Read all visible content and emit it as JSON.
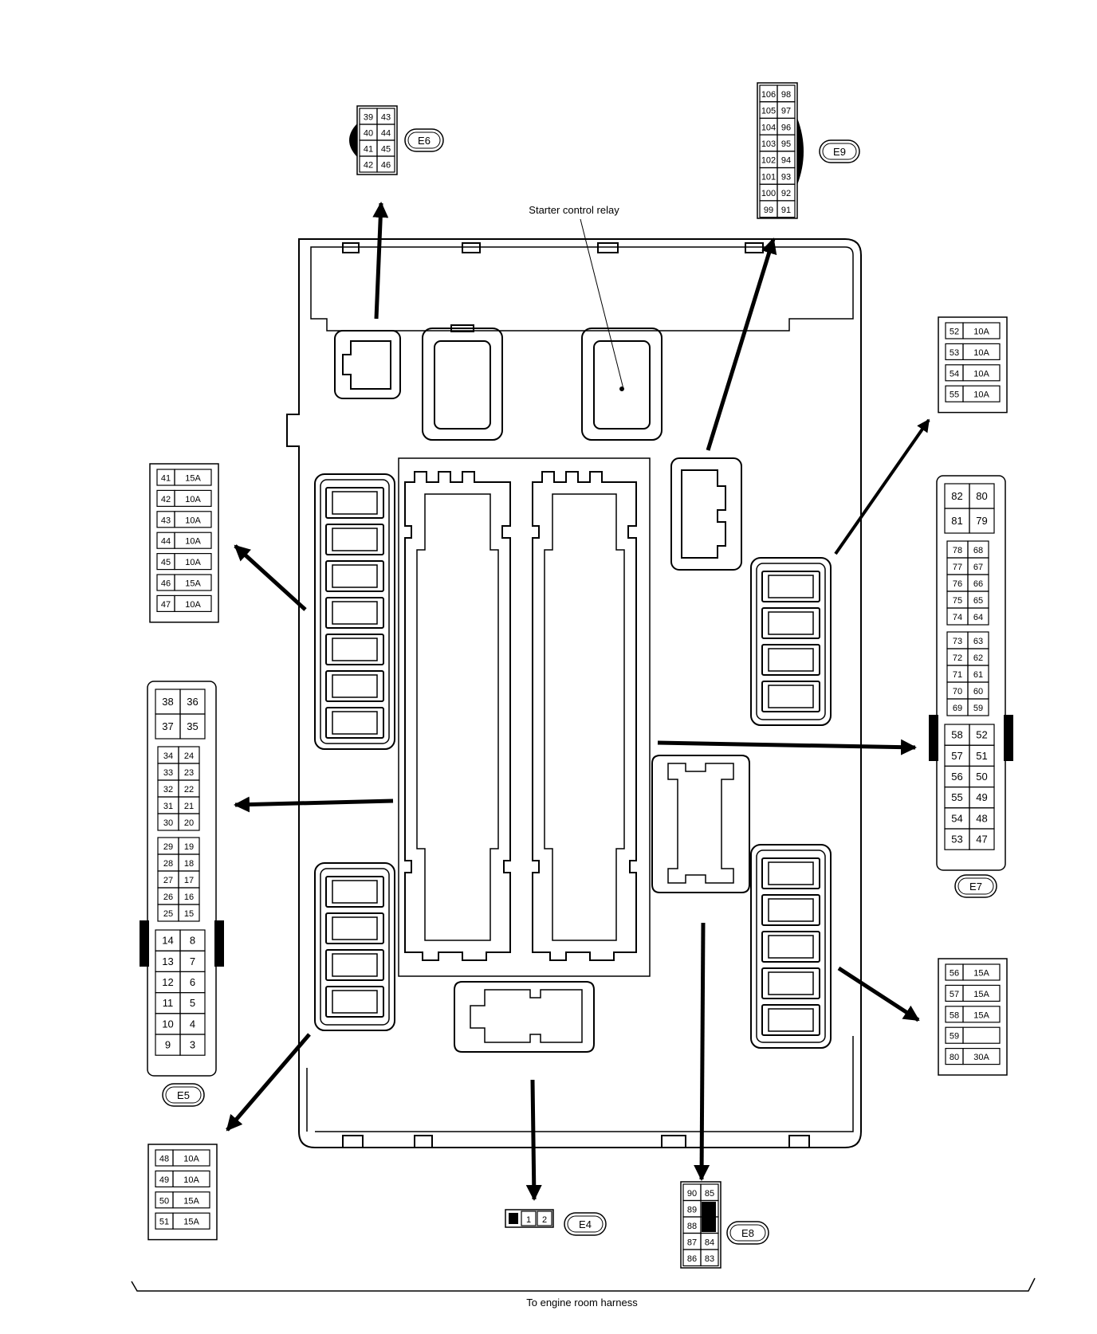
{
  "labels": {
    "starter_relay": "Starter control relay",
    "harness": "To engine room harness"
  },
  "connectors": {
    "E4": {
      "id": "E4",
      "cells": [
        "1",
        "2"
      ]
    },
    "E5": {
      "id": "E5",
      "top": [
        [
          "38",
          "36"
        ],
        [
          "37",
          "35"
        ]
      ],
      "groupA": [
        [
          "34",
          "24"
        ],
        [
          "33",
          "23"
        ],
        [
          "32",
          "22"
        ],
        [
          "31",
          "21"
        ],
        [
          "30",
          "20"
        ]
      ],
      "groupB": [
        [
          "29",
          "19"
        ],
        [
          "28",
          "18"
        ],
        [
          "27",
          "17"
        ],
        [
          "26",
          "16"
        ],
        [
          "25",
          "15"
        ]
      ],
      "groupC": [
        [
          "14",
          "8"
        ],
        [
          "13",
          "7"
        ],
        [
          "12",
          "6"
        ],
        [
          "11",
          "5"
        ],
        [
          "10",
          "4"
        ],
        [
          "9",
          "3"
        ]
      ]
    },
    "E6": {
      "id": "E6",
      "rows": [
        [
          "39",
          "43"
        ],
        [
          "40",
          "44"
        ],
        [
          "41",
          "45"
        ],
        [
          "42",
          "46"
        ]
      ]
    },
    "E7": {
      "id": "E7",
      "top": [
        [
          "82",
          "80"
        ],
        [
          "81",
          "79"
        ]
      ],
      "groupA": [
        [
          "78",
          "68"
        ],
        [
          "77",
          "67"
        ],
        [
          "76",
          "66"
        ],
        [
          "75",
          "65"
        ],
        [
          "74",
          "64"
        ]
      ],
      "groupB": [
        [
          "73",
          "63"
        ],
        [
          "72",
          "62"
        ],
        [
          "71",
          "61"
        ],
        [
          "70",
          "60"
        ],
        [
          "69",
          "59"
        ]
      ],
      "groupC": [
        [
          "58",
          "52"
        ],
        [
          "57",
          "51"
        ],
        [
          "56",
          "50"
        ],
        [
          "55",
          "49"
        ],
        [
          "54",
          "48"
        ],
        [
          "53",
          "47"
        ]
      ]
    },
    "E8": {
      "id": "E8",
      "rows": [
        [
          "90",
          "85"
        ],
        [
          "89",
          ""
        ],
        [
          "88",
          ""
        ],
        [
          "87",
          "84"
        ],
        [
          "86",
          "83"
        ]
      ]
    },
    "E9": {
      "id": "E9",
      "rows": [
        [
          "106",
          "98"
        ],
        [
          "105",
          "97"
        ],
        [
          "104",
          "96"
        ],
        [
          "103",
          "95"
        ],
        [
          "102",
          "94"
        ],
        [
          "101",
          "93"
        ],
        [
          "100",
          "92"
        ],
        [
          "99",
          "91"
        ]
      ]
    }
  },
  "fuse_tables": {
    "left_upper": [
      [
        "41",
        "15A"
      ],
      [
        "42",
        "10A"
      ],
      [
        "43",
        "10A"
      ],
      [
        "44",
        "10A"
      ],
      [
        "45",
        "10A"
      ],
      [
        "46",
        "15A"
      ],
      [
        "47",
        "10A"
      ]
    ],
    "left_lower": [
      [
        "48",
        "10A"
      ],
      [
        "49",
        "10A"
      ],
      [
        "50",
        "15A"
      ],
      [
        "51",
        "15A"
      ]
    ],
    "right_upper": [
      [
        "52",
        "10A"
      ],
      [
        "53",
        "10A"
      ],
      [
        "54",
        "10A"
      ],
      [
        "55",
        "10A"
      ]
    ],
    "right_lower": [
      [
        "56",
        "15A"
      ],
      [
        "57",
        "15A"
      ],
      [
        "58",
        "15A"
      ],
      [
        "59",
        ""
      ],
      [
        "80",
        "30A"
      ]
    ]
  }
}
